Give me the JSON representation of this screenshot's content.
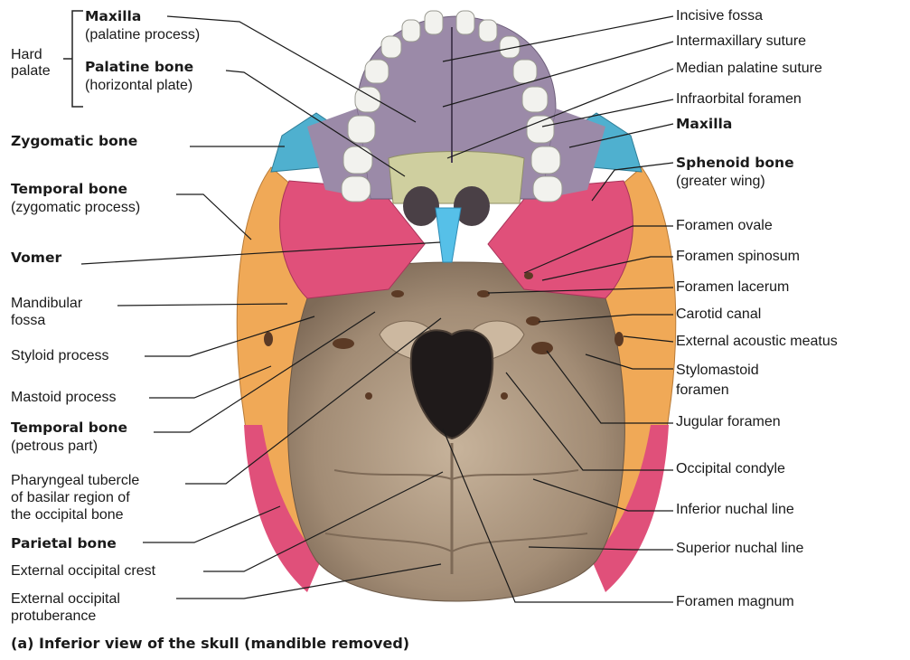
{
  "caption": "(a) Inferior view of the skull (mandible removed)",
  "left": {
    "hard_palate": "Hard\npalate",
    "maxilla_title": "Maxilla",
    "maxilla_sub": "(palatine process)",
    "palatine_title": "Palatine bone",
    "palatine_sub": "(horizontal plate)",
    "zygomatic": "Zygomatic bone",
    "temporal_title": "Temporal bone",
    "temporal_sub": "(zygomatic process)",
    "vomer": "Vomer",
    "mandibular_fossa": "Mandibular\nfossa",
    "styloid": "Styloid process",
    "mastoid": "Mastoid process",
    "temporal_petrous_title": "Temporal bone",
    "temporal_petrous_sub": "(petrous part)",
    "pharyngeal": "Pharyngeal tubercle\nof basilar region of\nthe occipital bone",
    "parietal": "Parietal bone",
    "ext_occ_crest": "External occipital crest",
    "ext_occ_prot": "External occipital\nprotuberance"
  },
  "right": {
    "incisive_fossa": "Incisive fossa",
    "intermaxillary": "Intermaxillary suture",
    "median_palatine": "Median palatine suture",
    "infraorbital": "Infraorbital foramen",
    "maxilla": "Maxilla",
    "sphenoid_title": "Sphenoid bone",
    "sphenoid_sub": "(greater wing)",
    "foramen_ovale": "Foramen ovale",
    "foramen_spinosum": "Foramen spinosum",
    "foramen_lacerum": "Foramen lacerum",
    "carotid": "Carotid canal",
    "ext_acoustic": "External acoustic meatus",
    "stylomastoid": "Stylomastoid\nforamen",
    "jugular": "Jugular foramen",
    "occipital_condyle": "Occipital condyle",
    "inferior_nuchal": "Inferior nuchal line",
    "superior_nuchal": "Superior nuchal line",
    "foramen_magnum": "Foramen magnum"
  },
  "colors": {
    "maxilla": "#9b8aa8",
    "palatine": "#cfcf9f",
    "zygomatic": "#4fb0cf",
    "temporal": "#f0a957",
    "sphenoid": "#e0507a",
    "vomer": "#56c0e8",
    "occipital": "#a08b74",
    "teeth": "#f2f2ee"
  }
}
